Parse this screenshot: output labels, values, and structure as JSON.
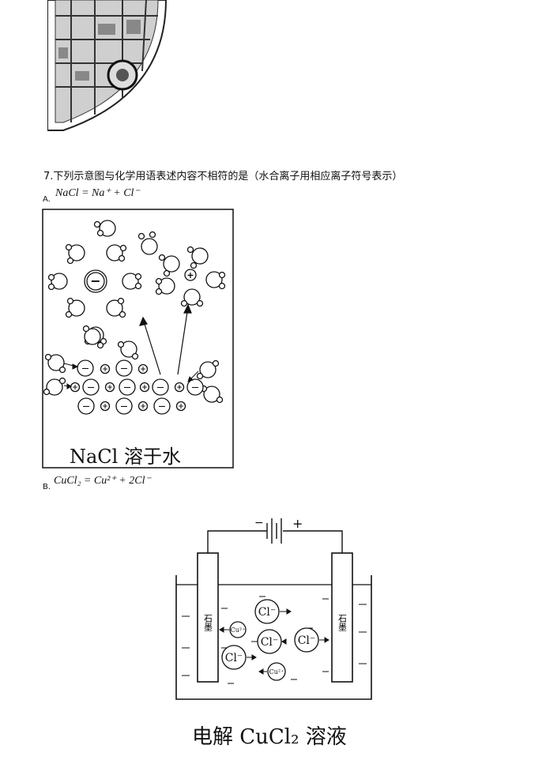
{
  "question": {
    "text": "7.下列示意图与化学用语表述内容不相符的是（水合离子用相应离子符号表示）"
  },
  "option_a": {
    "letter": "A.",
    "formula": "NaCl = Na⁺ + Cl⁻",
    "caption": "NaCl 溶于水",
    "minus_sign": "−",
    "plus_sign": "+"
  },
  "option_b": {
    "letter": "B.",
    "formula": "CuCl₂ = Cu²⁺ + 2Cl⁻",
    "caption": "电解 CuCl₂ 溶液",
    "battery_minus": "−",
    "battery_plus": "+",
    "electrode_label": "石墨",
    "cl_ion": "Cl⁻",
    "cu_ion": "Cu²⁺"
  }
}
